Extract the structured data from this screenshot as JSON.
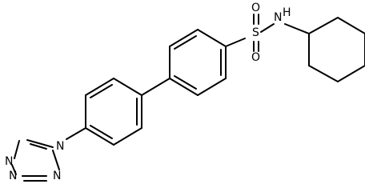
{
  "diagram": {
    "type": "chemical-structure",
    "atom_labels": {
      "o_top": "O",
      "o_bottom": "O",
      "sulfur": "S",
      "nitrogen_amine": "N",
      "hydrogen_amine": "H",
      "tetrazole_n1": "N",
      "tetrazole_n2": "N",
      "tetrazole_n3": "N",
      "tetrazole_n4": "N"
    }
  }
}
